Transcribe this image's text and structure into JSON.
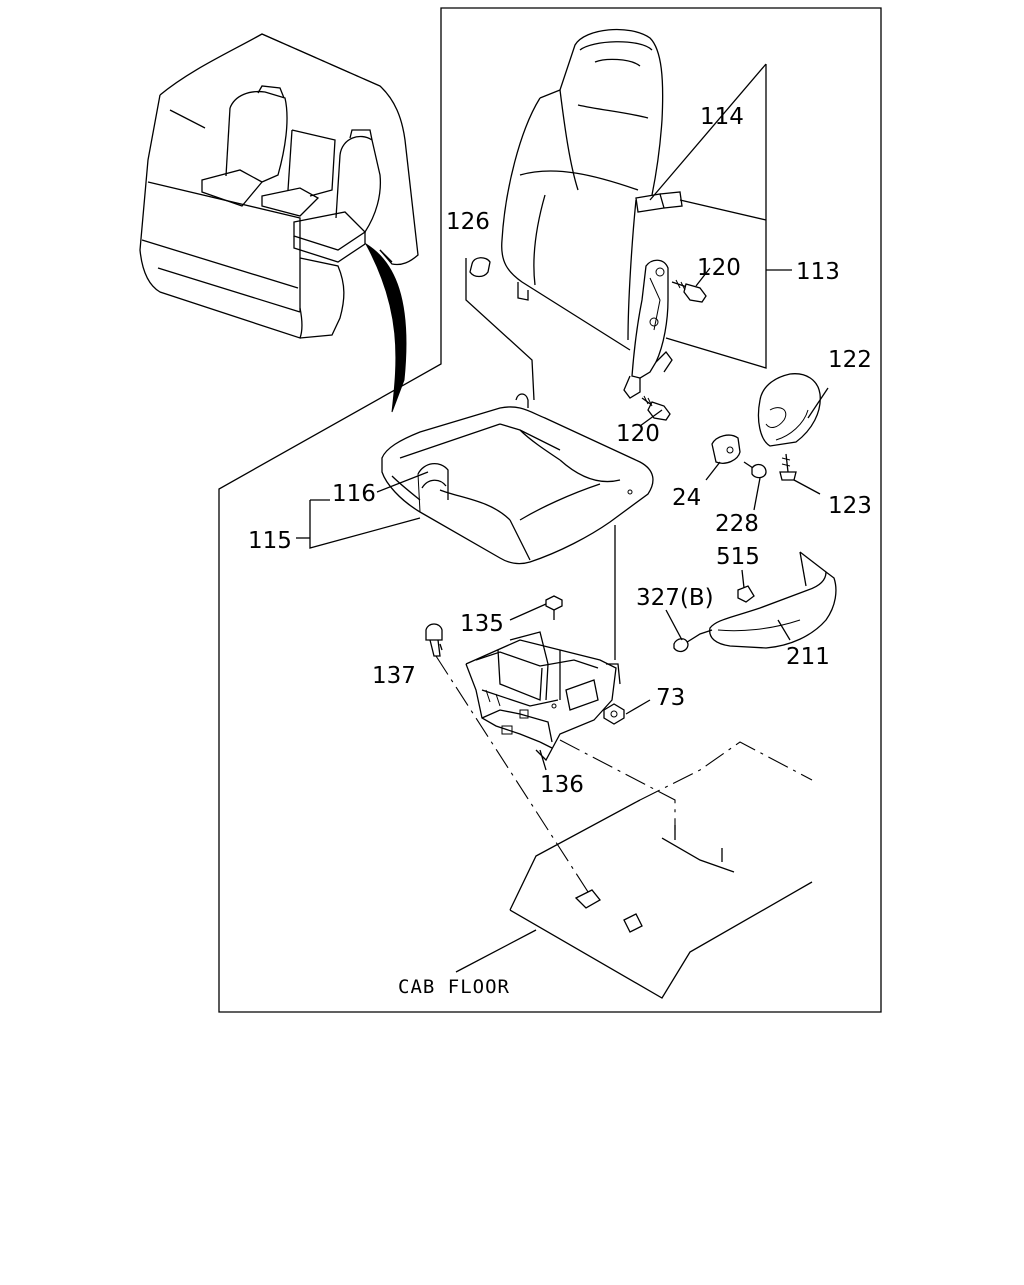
{
  "diagram": {
    "callouts": [
      {
        "id": "c114",
        "text": "114"
      },
      {
        "id": "c126",
        "text": "126"
      },
      {
        "id": "c120a",
        "text": "120"
      },
      {
        "id": "c113",
        "text": "113"
      },
      {
        "id": "c122",
        "text": "122"
      },
      {
        "id": "c120b",
        "text": "120"
      },
      {
        "id": "c24",
        "text": "24"
      },
      {
        "id": "c123",
        "text": "123"
      },
      {
        "id": "c228",
        "text": "228"
      },
      {
        "id": "c116",
        "text": "116"
      },
      {
        "id": "c115",
        "text": "115"
      },
      {
        "id": "c515",
        "text": "515"
      },
      {
        "id": "c327",
        "text": "327(B)"
      },
      {
        "id": "c135",
        "text": "135"
      },
      {
        "id": "c211",
        "text": "211"
      },
      {
        "id": "c137",
        "text": "137"
      },
      {
        "id": "c73",
        "text": "73"
      },
      {
        "id": "c136",
        "text": "136"
      }
    ],
    "floor_label": "CAB FLOOR"
  }
}
